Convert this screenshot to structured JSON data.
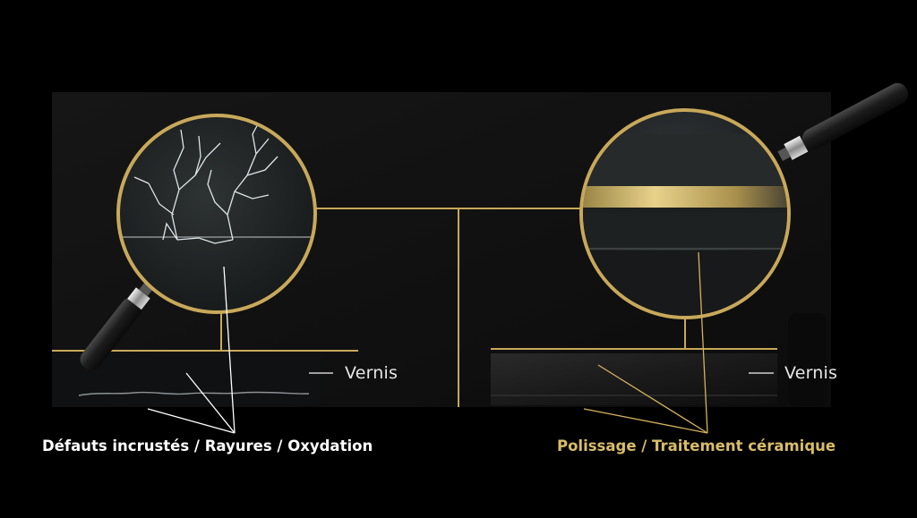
{
  "left_panel": {
    "vernis_label": "Vernis",
    "caption": "Défauts incrustés / Rayures / Oxydation"
  },
  "right_panel": {
    "vernis_label": "Vernis",
    "caption": "Polissage / Traitement céramique"
  },
  "colors": {
    "background": "#000000",
    "panel": "#121212",
    "gold": "#c8a85a",
    "caption_left": "#ffffff",
    "caption_right": "#d9bd6a",
    "leader_left": "#ffffff",
    "leader_right": "#d4b25e"
  },
  "icons": [
    "magnifier-left-icon",
    "magnifier-right-icon"
  ]
}
